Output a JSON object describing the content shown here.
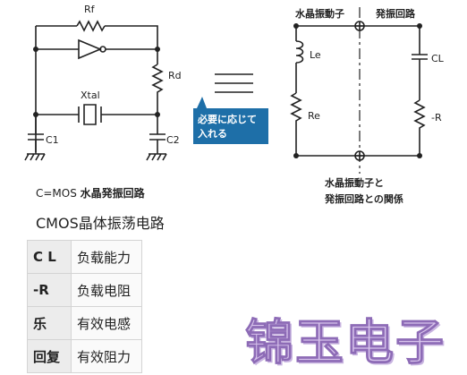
{
  "circuit": {
    "rf_label": "Rf",
    "rd_label": "Rd",
    "xtal_label": "Xtal",
    "c1_label": "C1",
    "c2_label": "C2"
  },
  "callout": {
    "line1": "必要に応じて",
    "line2": "入れる",
    "color": "#1e6fa8"
  },
  "equivalent": {
    "left_header": "水晶振動子",
    "right_header": "発振回路",
    "le_label": "Le",
    "re_label": "Re",
    "cl_label": "CL",
    "neg_r_label": "-R"
  },
  "captions": {
    "left_prefix": "C=MOS ",
    "left_bold": "水晶発振回路",
    "subtitle": "CMOS晶体振荡电路",
    "relation_line1": "水晶振動子と",
    "relation_line2": "発振回路との関係"
  },
  "legend": [
    {
      "symbol": "C L",
      "meaning": "负载能力"
    },
    {
      "symbol": "-R",
      "meaning": "负载电阻"
    },
    {
      "symbol": "乐",
      "meaning": "有效电感"
    },
    {
      "symbol": "回复",
      "meaning": "有效阻力"
    }
  ],
  "watermark": "锦玉电子"
}
